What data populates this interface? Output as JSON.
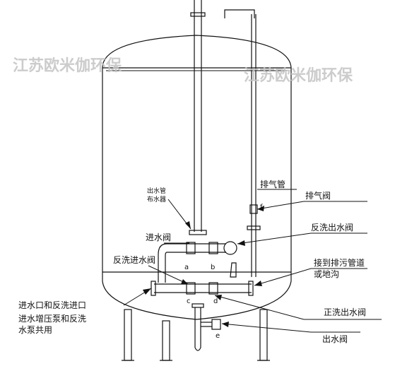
{
  "watermark": {
    "text_left": "江苏欧米伽环保",
    "text_right": "江苏欧米伽环保"
  },
  "labels": {
    "exhaust_pipe": "排气管",
    "exhaust_valve": "排气阀",
    "inlet_valve": "进水阀",
    "backwash_outlet_valve": "反洗出水阀",
    "backwash_inlet_valve": "反洗进水阀",
    "drain_line1": "接到排污管道",
    "drain_line2": "或地沟",
    "inlet_port": "进水口和反洗进口",
    "pump_line1": "进水增压泵和反洗",
    "pump_line2": "水泵共用",
    "rinse_outlet_valve": "正洗出水阀",
    "outlet_valve": "出水阀",
    "small_note_line1": "出水管",
    "small_note_line2": "布水器"
  },
  "valve_letters": {
    "a": "a",
    "b": "b",
    "c": "c",
    "d": "d",
    "e": "e",
    "f": "f"
  }
}
